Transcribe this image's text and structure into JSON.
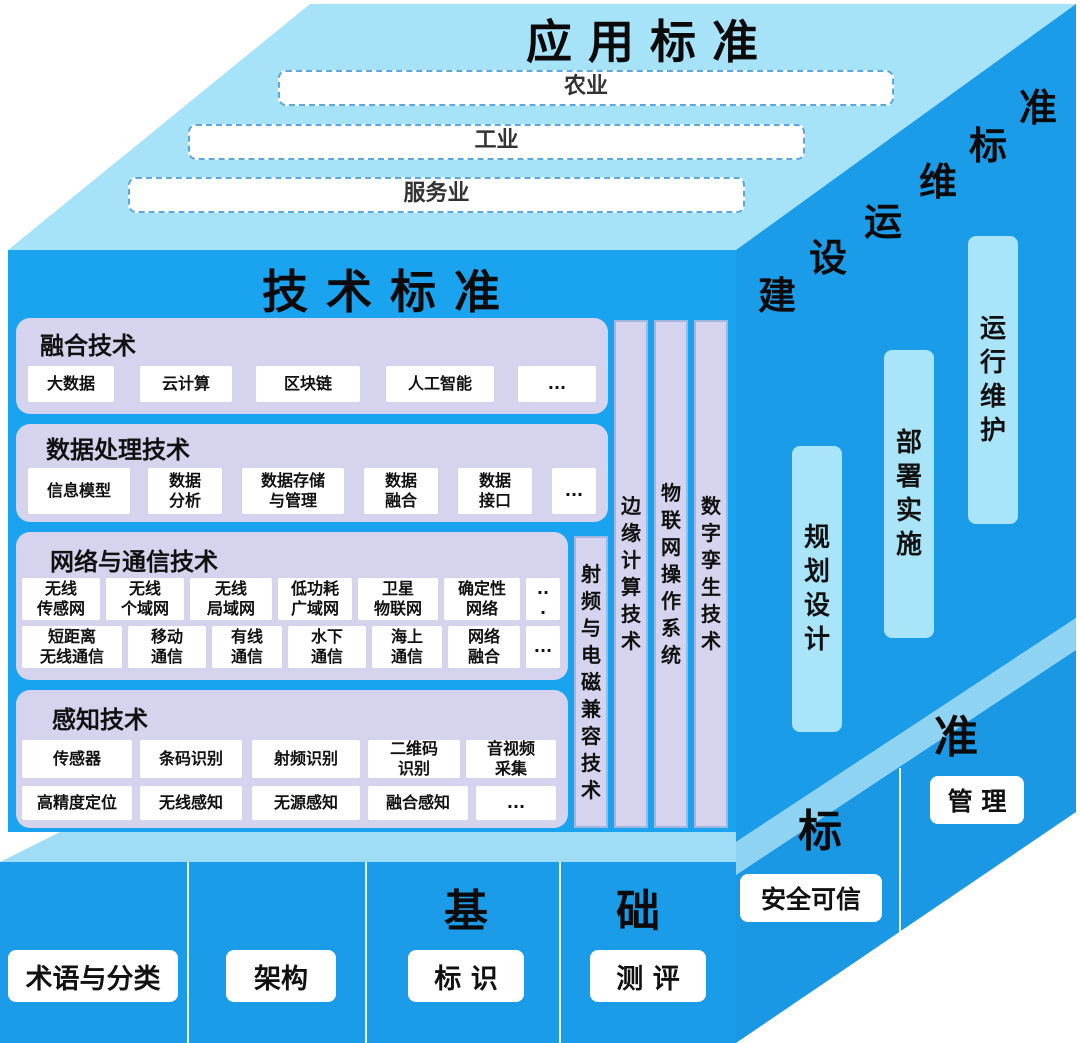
{
  "top": {
    "title": "应用标准",
    "bars": [
      "农业",
      "工业",
      "服务业"
    ]
  },
  "tech": {
    "title": "技术标准",
    "fusion": {
      "title": "融合技术",
      "items": [
        "大数据",
        "云计算",
        "区块链",
        "人工智能",
        "..."
      ]
    },
    "data_processing": {
      "title": "数据处理技术",
      "items": [
        "信息模型",
        "数据\n分析",
        "数据存储\n与管理",
        "数据\n融合",
        "数据\n接口",
        "..."
      ]
    },
    "network": {
      "title": "网络与通信技术",
      "row1": [
        "无线\n传感网",
        "无线\n个域网",
        "无线\n局域网",
        "低功耗\n广域网",
        "卫星\n物联网",
        "确定性\n网络",
        "..\n."
      ],
      "row2": [
        "短距离\n无线通信",
        "移动\n通信",
        "有线\n通信",
        "水下\n通信",
        "海上\n通信",
        "网络\n融合",
        "..."
      ]
    },
    "sensing": {
      "title": "感知技术",
      "row1": [
        "传感器",
        "条码识别",
        "射频识别",
        "二维码\n识别",
        "音视频\n采集"
      ],
      "row2": [
        "高精度定位",
        "无线感知",
        "无源感知",
        "融合感知",
        "..."
      ]
    },
    "columns": [
      "射频与电磁兼容技术",
      "边缘计算技术",
      "物联网操作系统",
      "数字孪生技术"
    ]
  },
  "side": {
    "title": [
      "建",
      "设",
      "运",
      "维",
      "标",
      "准"
    ],
    "bars": [
      "规划设计",
      "部署实施",
      "运行维护"
    ]
  },
  "base": {
    "title_chars": [
      "基",
      "础",
      "标",
      "准"
    ],
    "items": [
      "术语与分类",
      "架构",
      "标 识",
      "测 评",
      "安全可信",
      "管 理"
    ]
  }
}
